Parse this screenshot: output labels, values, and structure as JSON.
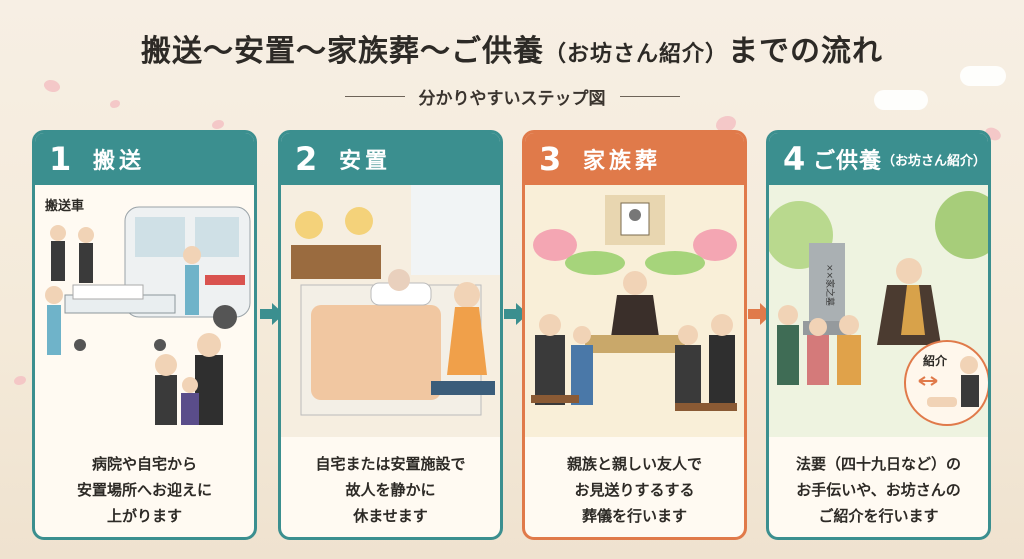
{
  "header": {
    "title_main": "搬送〜安置〜家族葬〜ご供養",
    "title_paren": "（お坊さん紹介）",
    "title_tail": "までの流れ",
    "subtitle": "分かりやすいステップ図"
  },
  "steps": [
    {
      "number": "1",
      "label": "搬送",
      "sub": "",
      "tag": "搬送車",
      "lines": [
        "病院や自宅から",
        "安置場所へお迎えに",
        "上がります"
      ]
    },
    {
      "number": "2",
      "label": "安置",
      "sub": "",
      "tag": "",
      "lines": [
        "自宅または安置施設で",
        "故人を静かに",
        "休ませます"
      ]
    },
    {
      "number": "3",
      "label": "家族葬",
      "sub": "",
      "tag": "",
      "lines": [
        "親族と親しい友人で",
        "お見送りするする",
        "葬儀を行います"
      ]
    },
    {
      "number": "4",
      "label": "ご供養",
      "sub": "（お坊さん紹介）",
      "tag": "",
      "lines": [
        "法要（四十九日など）の",
        "お手伝いや、お坊さんの",
        "ご紹介を行います"
      ],
      "intro_label": "紹介",
      "grave_text": "××家之墓"
    }
  ],
  "colors": {
    "teal": "#3b8f8f",
    "orange": "#e07a4a"
  }
}
